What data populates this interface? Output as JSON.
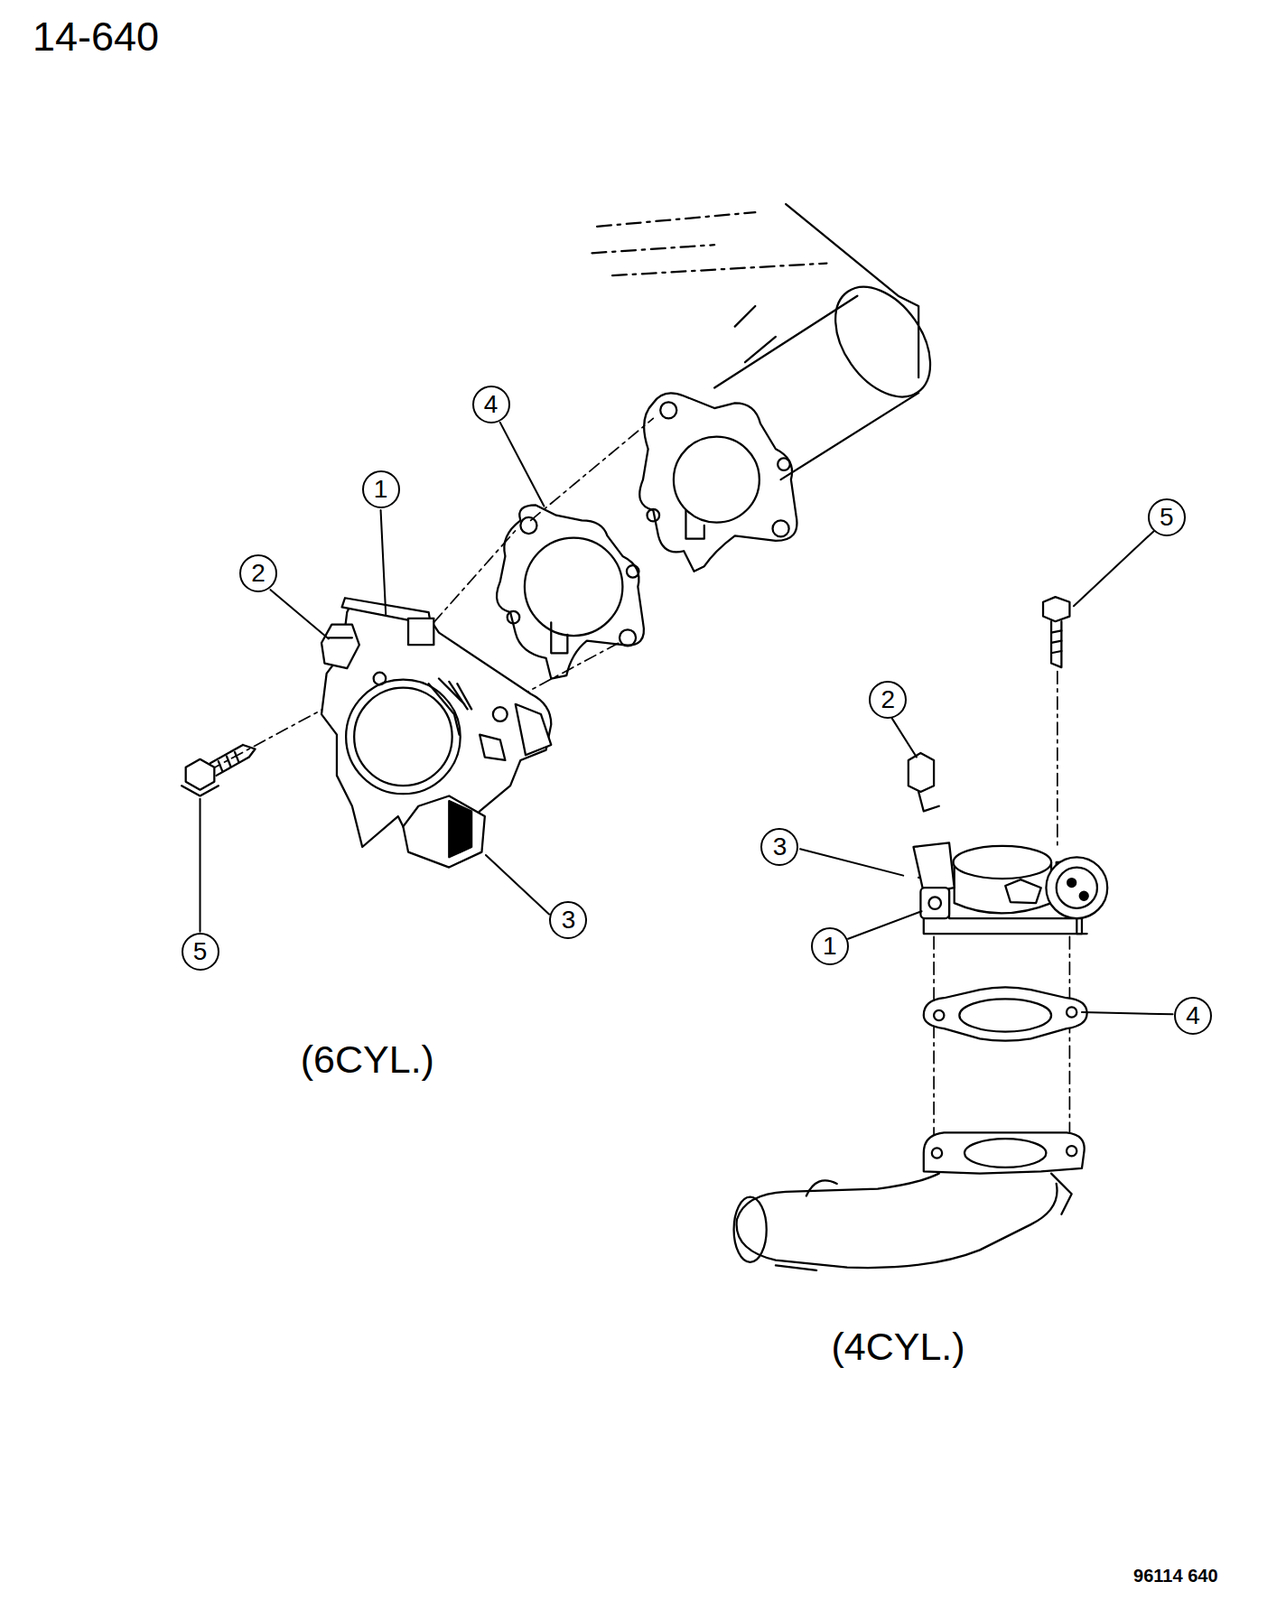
{
  "diagram": {
    "nodes": [
      {
        "text": [
          "4"
        ]
      },
      {
        "text": [
          "1"
        ]
      },
      {
        "text": [
          "2"
        ]
      },
      {
        "text": [
          "3"
        ]
      },
      {
        "text": [
          "5"
        ]
      },
      {
        "text": [
          "5"
        ]
      },
      {
        "text": [
          "2"
        ]
      },
      {
        "text": [
          "3"
        ]
      },
      {
        "text": [
          "1"
        ]
      },
      {
        "text": [
          "4"
        ]
      }
    ],
    "labels": [
      "14-640",
      "(6CYL.)",
      "(4CYL.)",
      "96114 640"
    ]
  }
}
